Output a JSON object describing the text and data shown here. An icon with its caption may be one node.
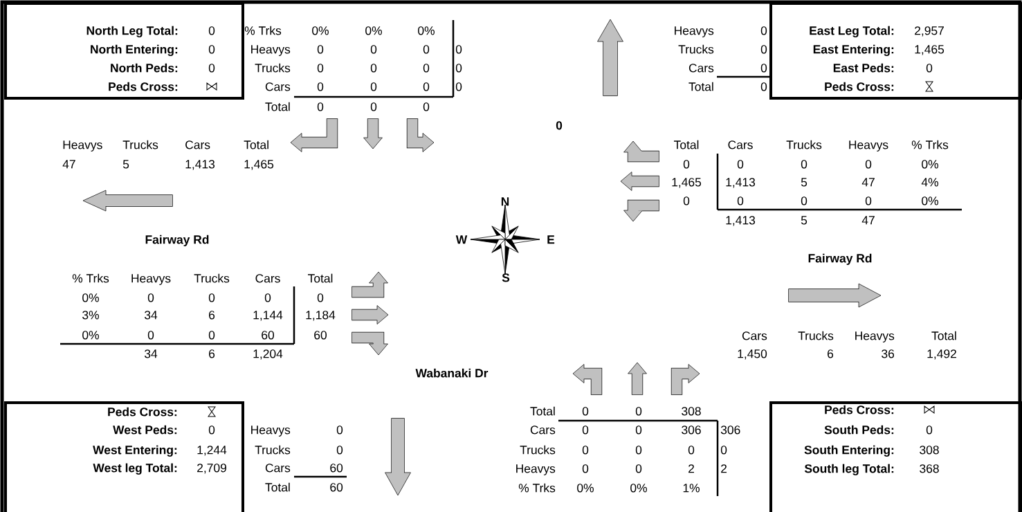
{
  "diagram": {
    "nodes": [
      {
        "text": [
          "North Leg Total:",
          "0",
          "North Entering:",
          "0",
          "North Peds:",
          "0",
          "Peds Cross:"
        ]
      },
      {
        "text": [
          "East Leg Total:",
          "2,957",
          "East Entering:",
          "1,465",
          "East Peds:",
          "0",
          "Peds Cross:"
        ]
      },
      {
        "text": [
          "Peds Cross:",
          "West Peds:",
          "0",
          "West Entering:",
          "1,244",
          "West leg Total:",
          "2,709"
        ]
      },
      {
        "text": [
          "Peds Cross:",
          "South Peds:",
          "0",
          "South Entering:",
          "308",
          "South leg Total:",
          "368"
        ]
      }
    ],
    "labels": [
      "% Trks",
      "0%",
      "0%",
      "0%",
      "Heavys",
      "0",
      "0",
      "0",
      "0",
      "Trucks",
      "0",
      "0",
      "0",
      "0",
      "Cars",
      "0",
      "0",
      "0",
      "0",
      "Total",
      "0",
      "0",
      "0",
      "Heavys",
      "0",
      "Trucks",
      "0",
      "Cars",
      "0",
      "Total",
      "0",
      "0",
      "Heavys",
      "Trucks",
      "Cars",
      "Total",
      "47",
      "5",
      "1,413",
      "1,465",
      "Total",
      "Cars",
      "Trucks",
      "Heavys",
      "% Trks",
      "0",
      "0",
      "0",
      "0",
      "0%",
      "1,465",
      "1,413",
      "5",
      "47",
      "4%",
      "0",
      "0",
      "0",
      "0",
      "0%",
      "1,413",
      "5",
      "47",
      "N",
      "W",
      "E",
      "S",
      "Fairway Rd",
      "Fairway Rd",
      "% Trks",
      "Heavys",
      "Trucks",
      "Cars",
      "Total",
      "0%",
      "0",
      "0",
      "0",
      "0",
      "3%",
      "34",
      "6",
      "1,144",
      "1,184",
      "0%",
      "0",
      "0",
      "60",
      "60",
      "34",
      "6",
      "1,204",
      "Cars",
      "Trucks",
      "Heavys",
      "Total",
      "1,450",
      "6",
      "36",
      "1,492",
      "Wabanaki Dr",
      "Total",
      "0",
      "0",
      "308",
      "Cars",
      "0",
      "0",
      "306",
      "306",
      "Trucks",
      "0",
      "0",
      "0",
      "0",
      "Heavys",
      "0",
      "0",
      "2",
      "2",
      "% Trks",
      "0%",
      "0%",
      "1%",
      "Heavys",
      "0",
      "Trucks",
      "0",
      "Cars",
      "60",
      "Total",
      "60"
    ]
  }
}
